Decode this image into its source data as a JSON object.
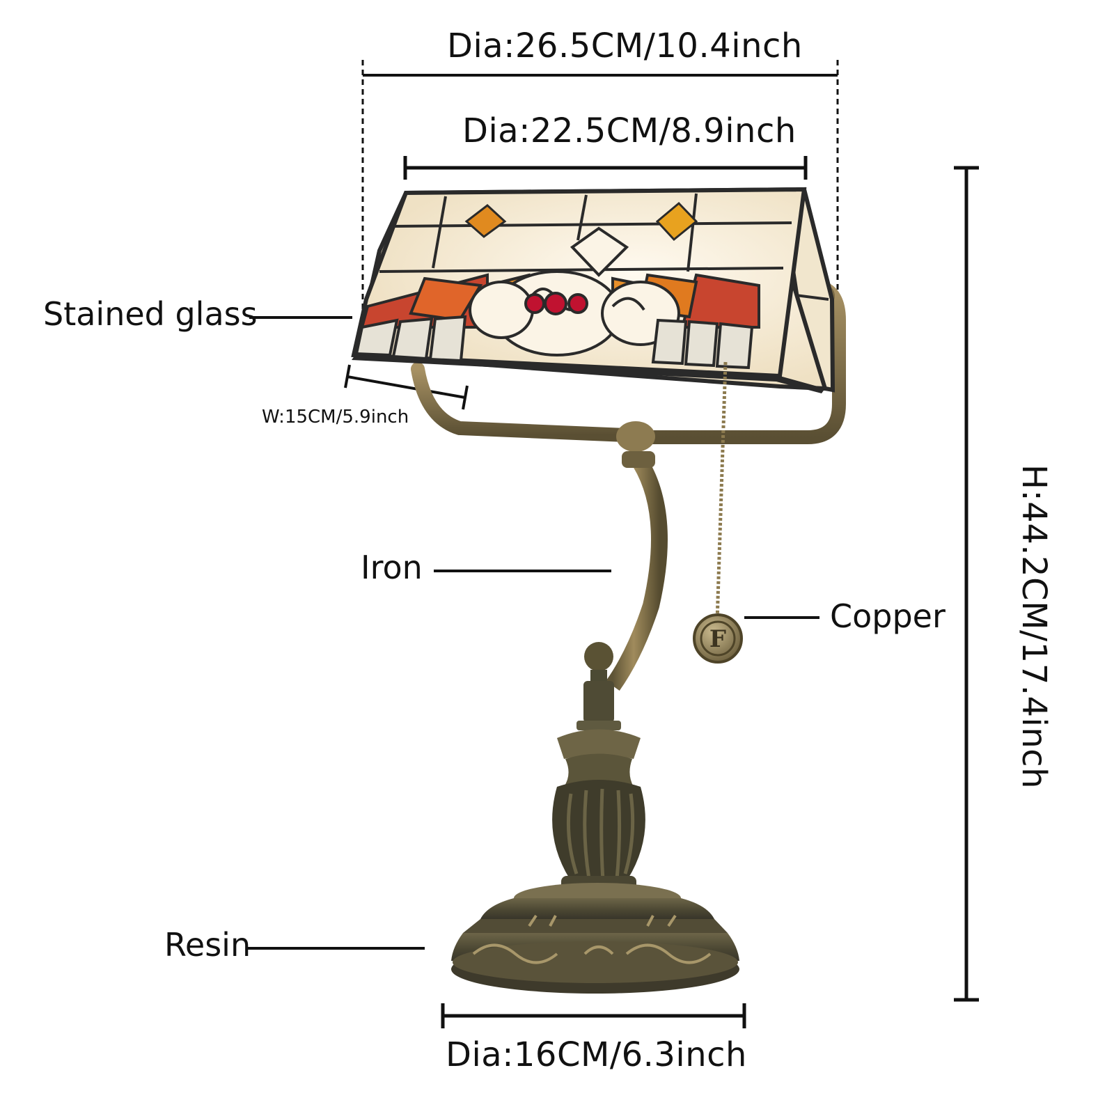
{
  "dimensions": {
    "outer_diameter": "Dia:26.5CM/10.4inch",
    "inner_diameter": "Dia:22.5CM/8.9inch",
    "shade_width": "W:15CM/5.9inch",
    "height": "H:44.2CM/17.4inch",
    "base_diameter": "Dia:16CM/6.3inch"
  },
  "materials": {
    "shade": "Stained glass",
    "stem": "Iron",
    "pull_chain": "Copper",
    "base": "Resin"
  },
  "pull_chain_letter": "F",
  "colors": {
    "glass_cream": "#f3ead6",
    "glass_amber": "#e07a1f",
    "glass_red": "#c8452f",
    "jewel_red": "#c01230",
    "metal_bronze": "#7a6a46",
    "metal_dark": "#4c4a34",
    "lead_line": "#2a2a2a"
  }
}
